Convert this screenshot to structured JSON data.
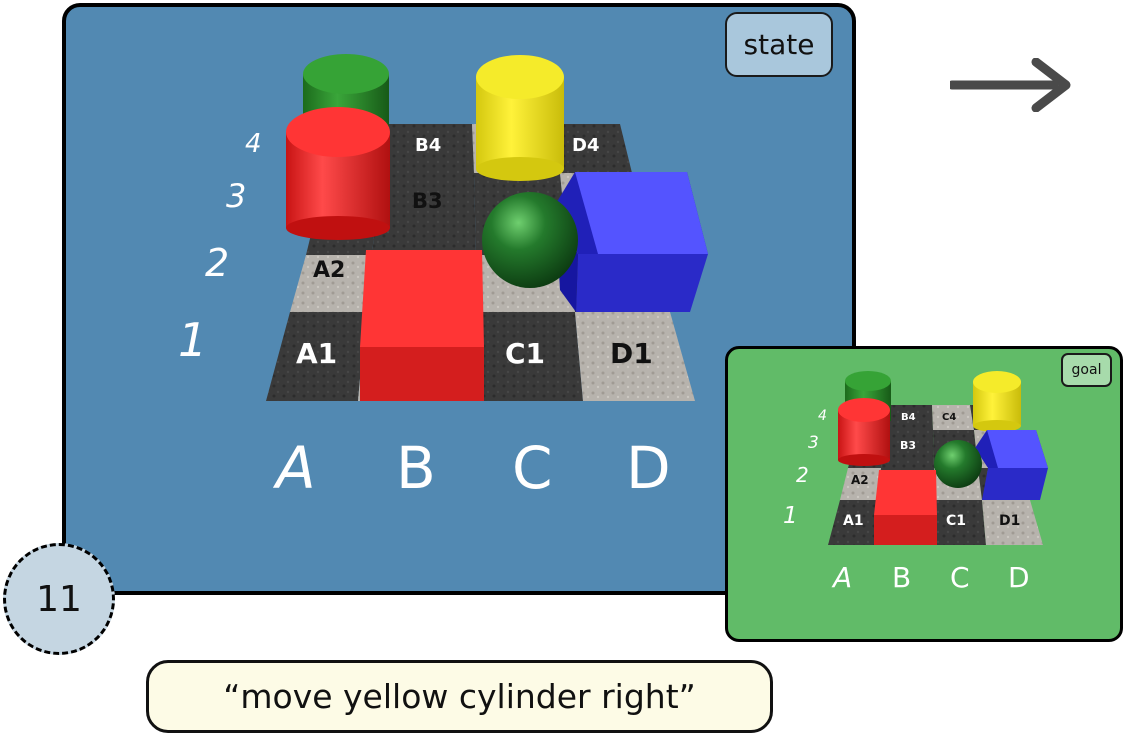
{
  "state_panel": {
    "badge": "state",
    "bg": "#5289b2"
  },
  "goal_panel": {
    "badge": "goal",
    "bg": "#61bb68"
  },
  "step_number": "11",
  "instruction": "“move yellow cylinder right”",
  "columns": [
    "A",
    "B",
    "C",
    "D"
  ],
  "rows": [
    "1",
    "2",
    "3",
    "4"
  ],
  "state_cells": [
    "A1",
    "C1",
    "D1",
    "A2",
    "B3",
    "B4",
    "D4"
  ],
  "goal_cells": [
    "A1",
    "C1",
    "D1",
    "A2",
    "B3",
    "B4",
    "C4"
  ],
  "objects": [
    {
      "name": "red cube",
      "color": "#ff2f2f"
    },
    {
      "name": "blue cube",
      "color": "#4a4aff"
    },
    {
      "name": "green sphere",
      "color": "#1f7a2e"
    },
    {
      "name": "red cylinder",
      "color": "#ee2020"
    },
    {
      "name": "green cylinder",
      "color": "#2b8a2b"
    },
    {
      "name": "yellow cylinder",
      "color": "#f2e51a"
    }
  ],
  "icons": {
    "next": "arrow-right-icon"
  }
}
